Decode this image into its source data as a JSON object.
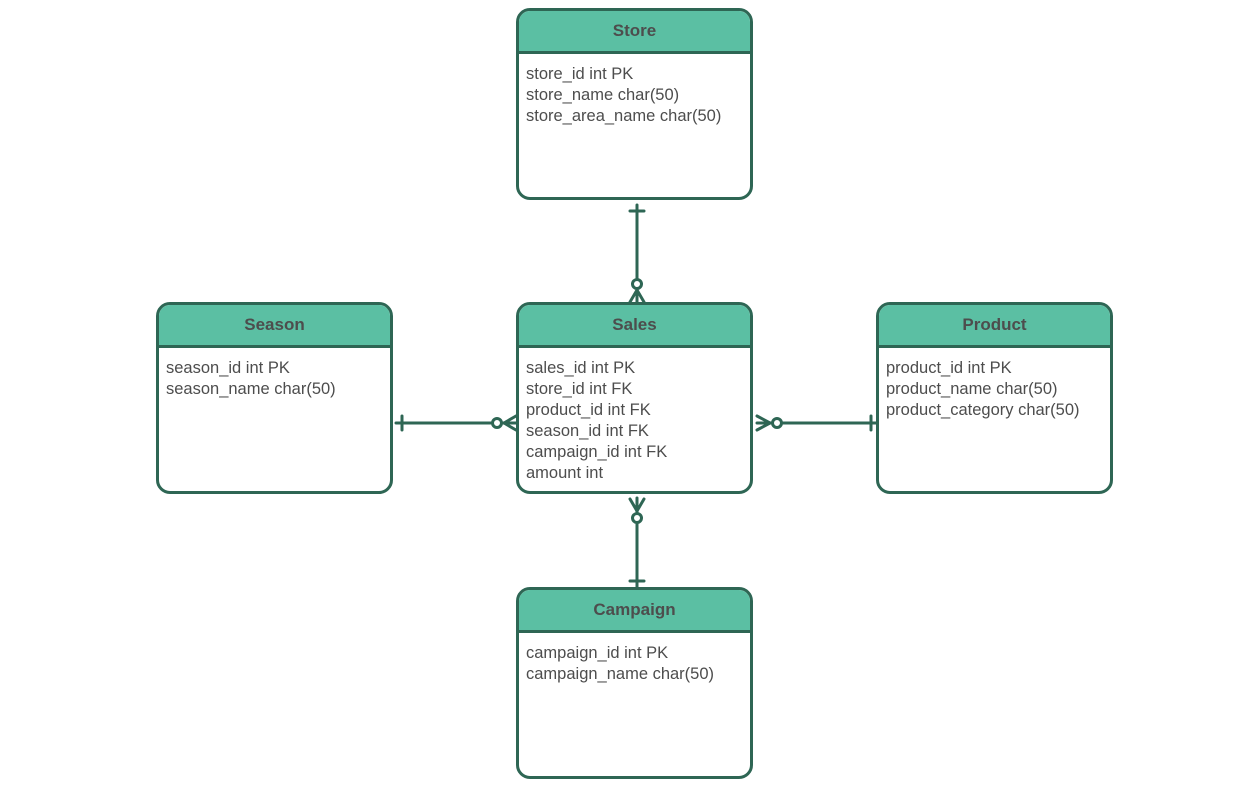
{
  "diagram": {
    "line_color": "#2e6654",
    "header_color": "#5bbfa3",
    "entities": {
      "store": {
        "title": "Store",
        "fields": [
          "store_id int PK",
          "store_name char(50)",
          "store_area_name char(50)"
        ]
      },
      "season": {
        "title": "Season",
        "fields": [
          "season_id int PK",
          "season_name char(50)"
        ]
      },
      "sales": {
        "title": "Sales",
        "fields": [
          "sales_id int PK",
          "store_id int FK",
          "product_id int FK",
          "season_id int FK",
          "campaign_id int FK",
          "amount int"
        ]
      },
      "product": {
        "title": "Product",
        "fields": [
          "product_id int PK",
          "product_name char(50)",
          "product_category char(50)"
        ]
      },
      "campaign": {
        "title": "Campaign",
        "fields": [
          "campaign_id int PK",
          "campaign_name char(50)"
        ]
      }
    },
    "relationships": [
      {
        "from": "store",
        "to": "sales",
        "from_cardinality": "one",
        "to_cardinality": "zero-or-many"
      },
      {
        "from": "season",
        "to": "sales",
        "from_cardinality": "one",
        "to_cardinality": "zero-or-many"
      },
      {
        "from": "product",
        "to": "sales",
        "from_cardinality": "one",
        "to_cardinality": "zero-or-many"
      },
      {
        "from": "campaign",
        "to": "sales",
        "from_cardinality": "one",
        "to_cardinality": "zero-or-many"
      }
    ]
  }
}
